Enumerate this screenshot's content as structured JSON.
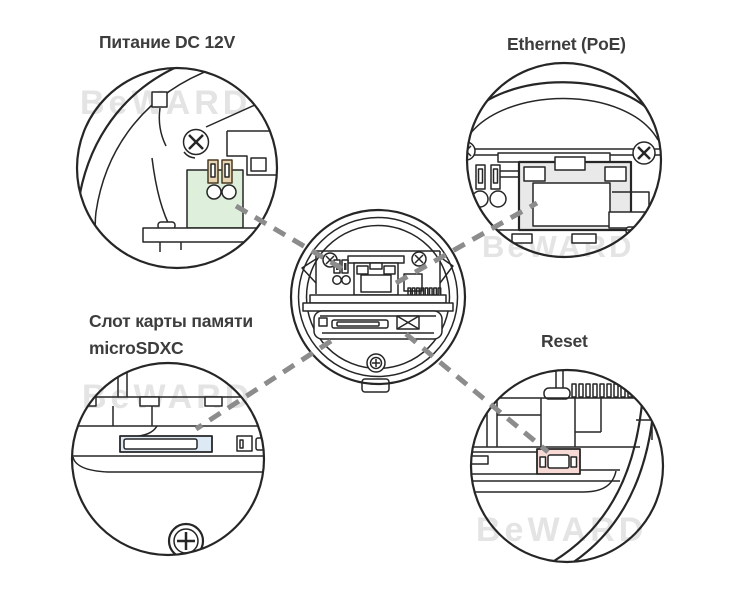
{
  "callouts": [
    {
      "id": "power-dc-12v",
      "label": "Питание DC 12V",
      "feature": "power-terminal-block",
      "position": "top-left"
    },
    {
      "id": "ethernet-poe",
      "label": "Ethernet (PoE)",
      "feature": "rj45-port",
      "position": "top-right"
    },
    {
      "id": "microsdxc-slot",
      "label_line1": "Слот карты памяти",
      "label_line2": "microSDXC",
      "feature": "microsd-card-slot",
      "position": "bottom-left"
    },
    {
      "id": "reset",
      "label": "Reset",
      "feature": "reset-button",
      "position": "bottom-right"
    }
  ],
  "watermark_text": "BeWARD",
  "colors": {
    "line": "#262626",
    "dash": "#8c8c8c",
    "label_text": "#3d3d3d",
    "pcb_green": "#def0dc",
    "terminal_tan": "#e9d5b4",
    "sd_blue": "#dde9f4",
    "reset_pink": "#f7d9d5",
    "port_gray": "#e9e9e9",
    "watermark_gray": "#e4e4e4"
  }
}
